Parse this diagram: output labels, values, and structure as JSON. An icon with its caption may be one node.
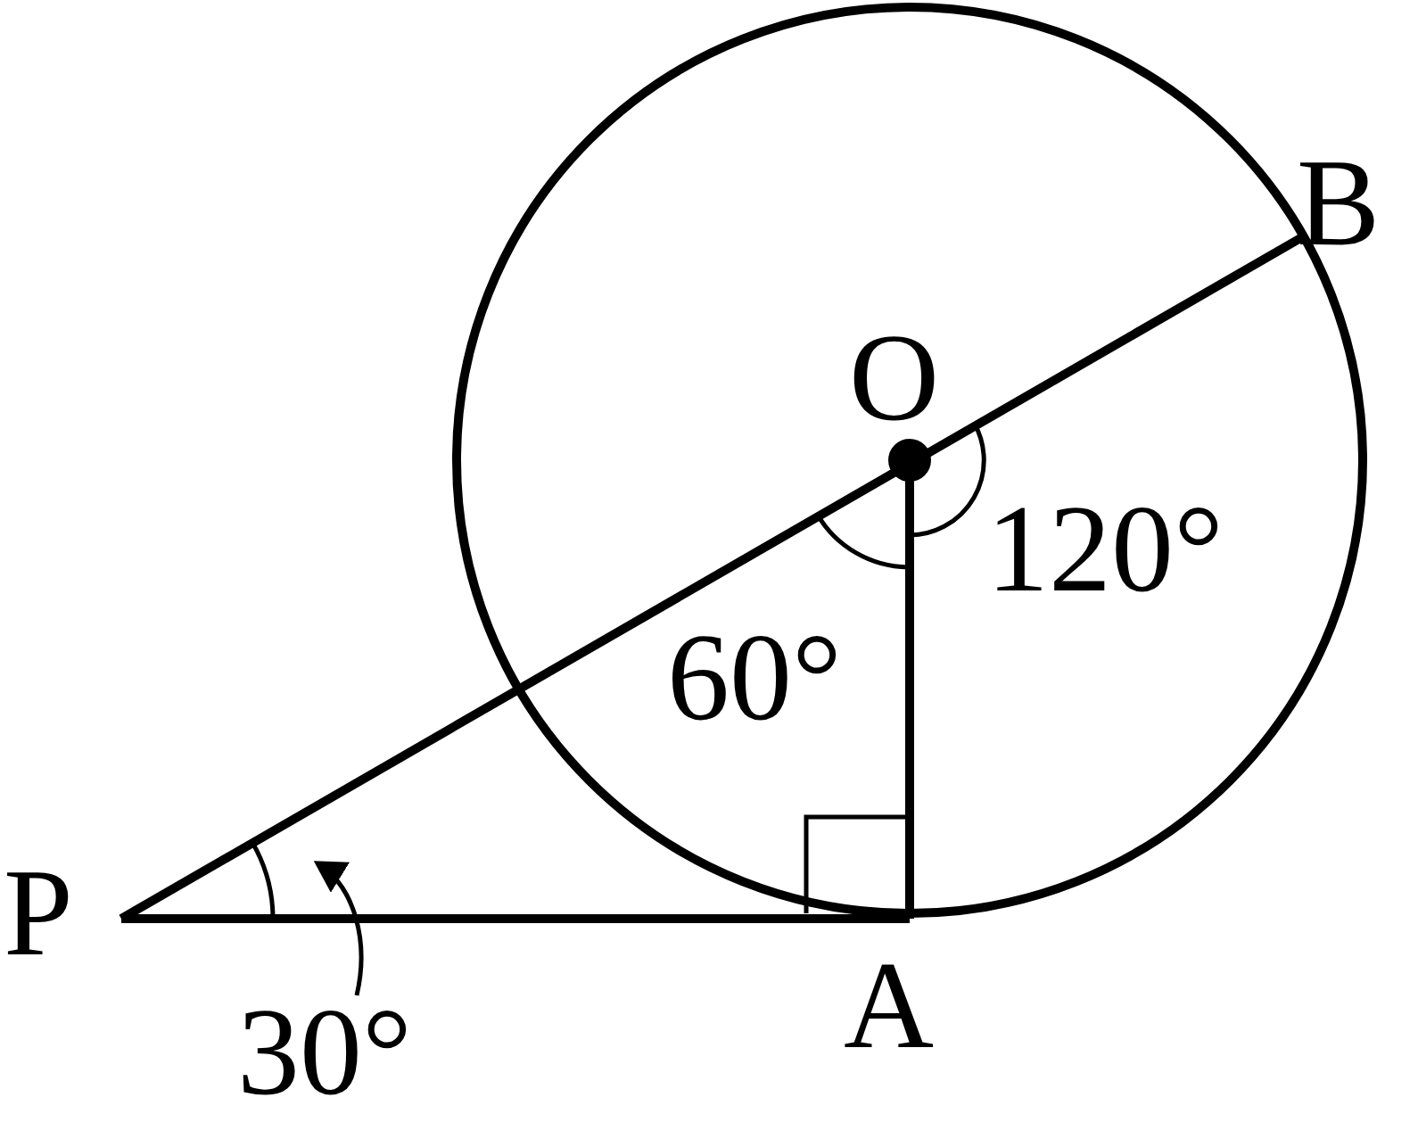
{
  "diagram": {
    "nodes": [
      {
        "text": [
          "30°"
        ]
      },
      {
        "text": [],
        "shape": "arc"
      }
    ],
    "edges": [
      {
        "from": 0,
        "to": 1,
        "arrow": "to"
      }
    ],
    "labels": [
      "B",
      "O",
      "120°",
      "60°",
      "P",
      "A"
    ]
  }
}
